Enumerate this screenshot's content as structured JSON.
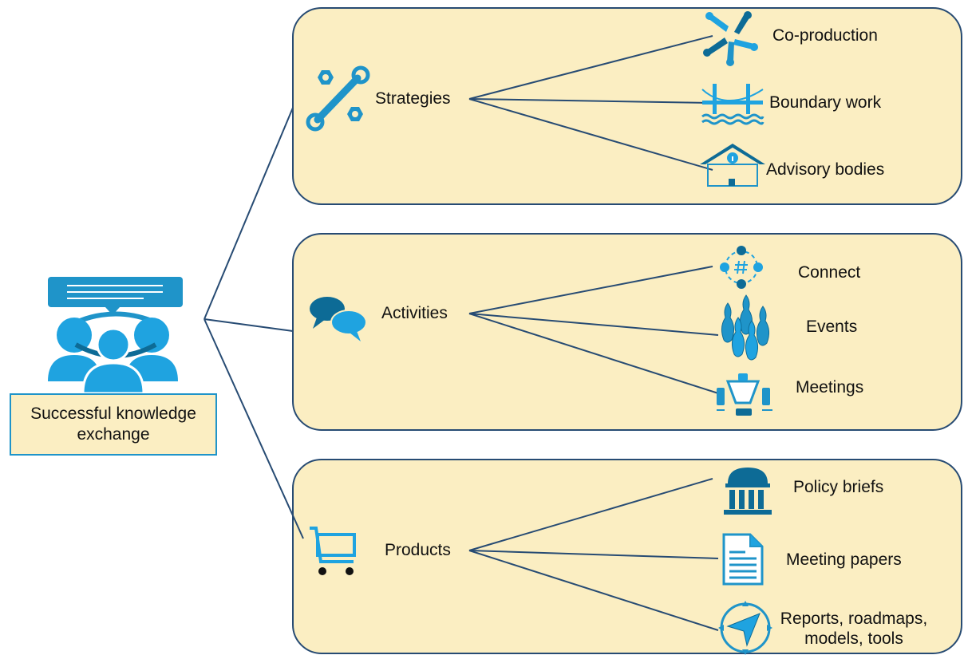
{
  "colors": {
    "panel_fill": "#fbeec2",
    "panel_border": "#274b73",
    "line": "#274b73",
    "icon_light": "#1fa3e0",
    "icon_dark": "#0d6b96"
  },
  "root": {
    "label": "Successful knowledge exchange",
    "icon": "people-discussion-icon"
  },
  "groups": [
    {
      "label": "Strategies",
      "icon": "wrench-bolts-icon",
      "items": [
        {
          "label": "Co-production",
          "icon": "hands-together-icon"
        },
        {
          "label": "Boundary work",
          "icon": "bridge-icon"
        },
        {
          "label": "Advisory bodies",
          "icon": "house-info-icon"
        }
      ]
    },
    {
      "label": "Activities",
      "icon": "speech-bubbles-icon",
      "items": [
        {
          "label": "Connect",
          "icon": "network-hash-icon"
        },
        {
          "label": "Events",
          "icon": "bowling-pins-icon"
        },
        {
          "label": "Meetings",
          "icon": "meeting-table-icon"
        }
      ]
    },
    {
      "label": "Products",
      "icon": "shopping-cart-icon",
      "items": [
        {
          "label": "Policy briefs",
          "icon": "government-building-icon"
        },
        {
          "label": "Meeting papers",
          "icon": "document-icon"
        },
        {
          "label": "Reports, roadmaps,\nmodels, tools",
          "label_line1": "Reports, roadmaps,",
          "label_line2": "models, tools",
          "icon": "compass-icon"
        }
      ]
    }
  ]
}
